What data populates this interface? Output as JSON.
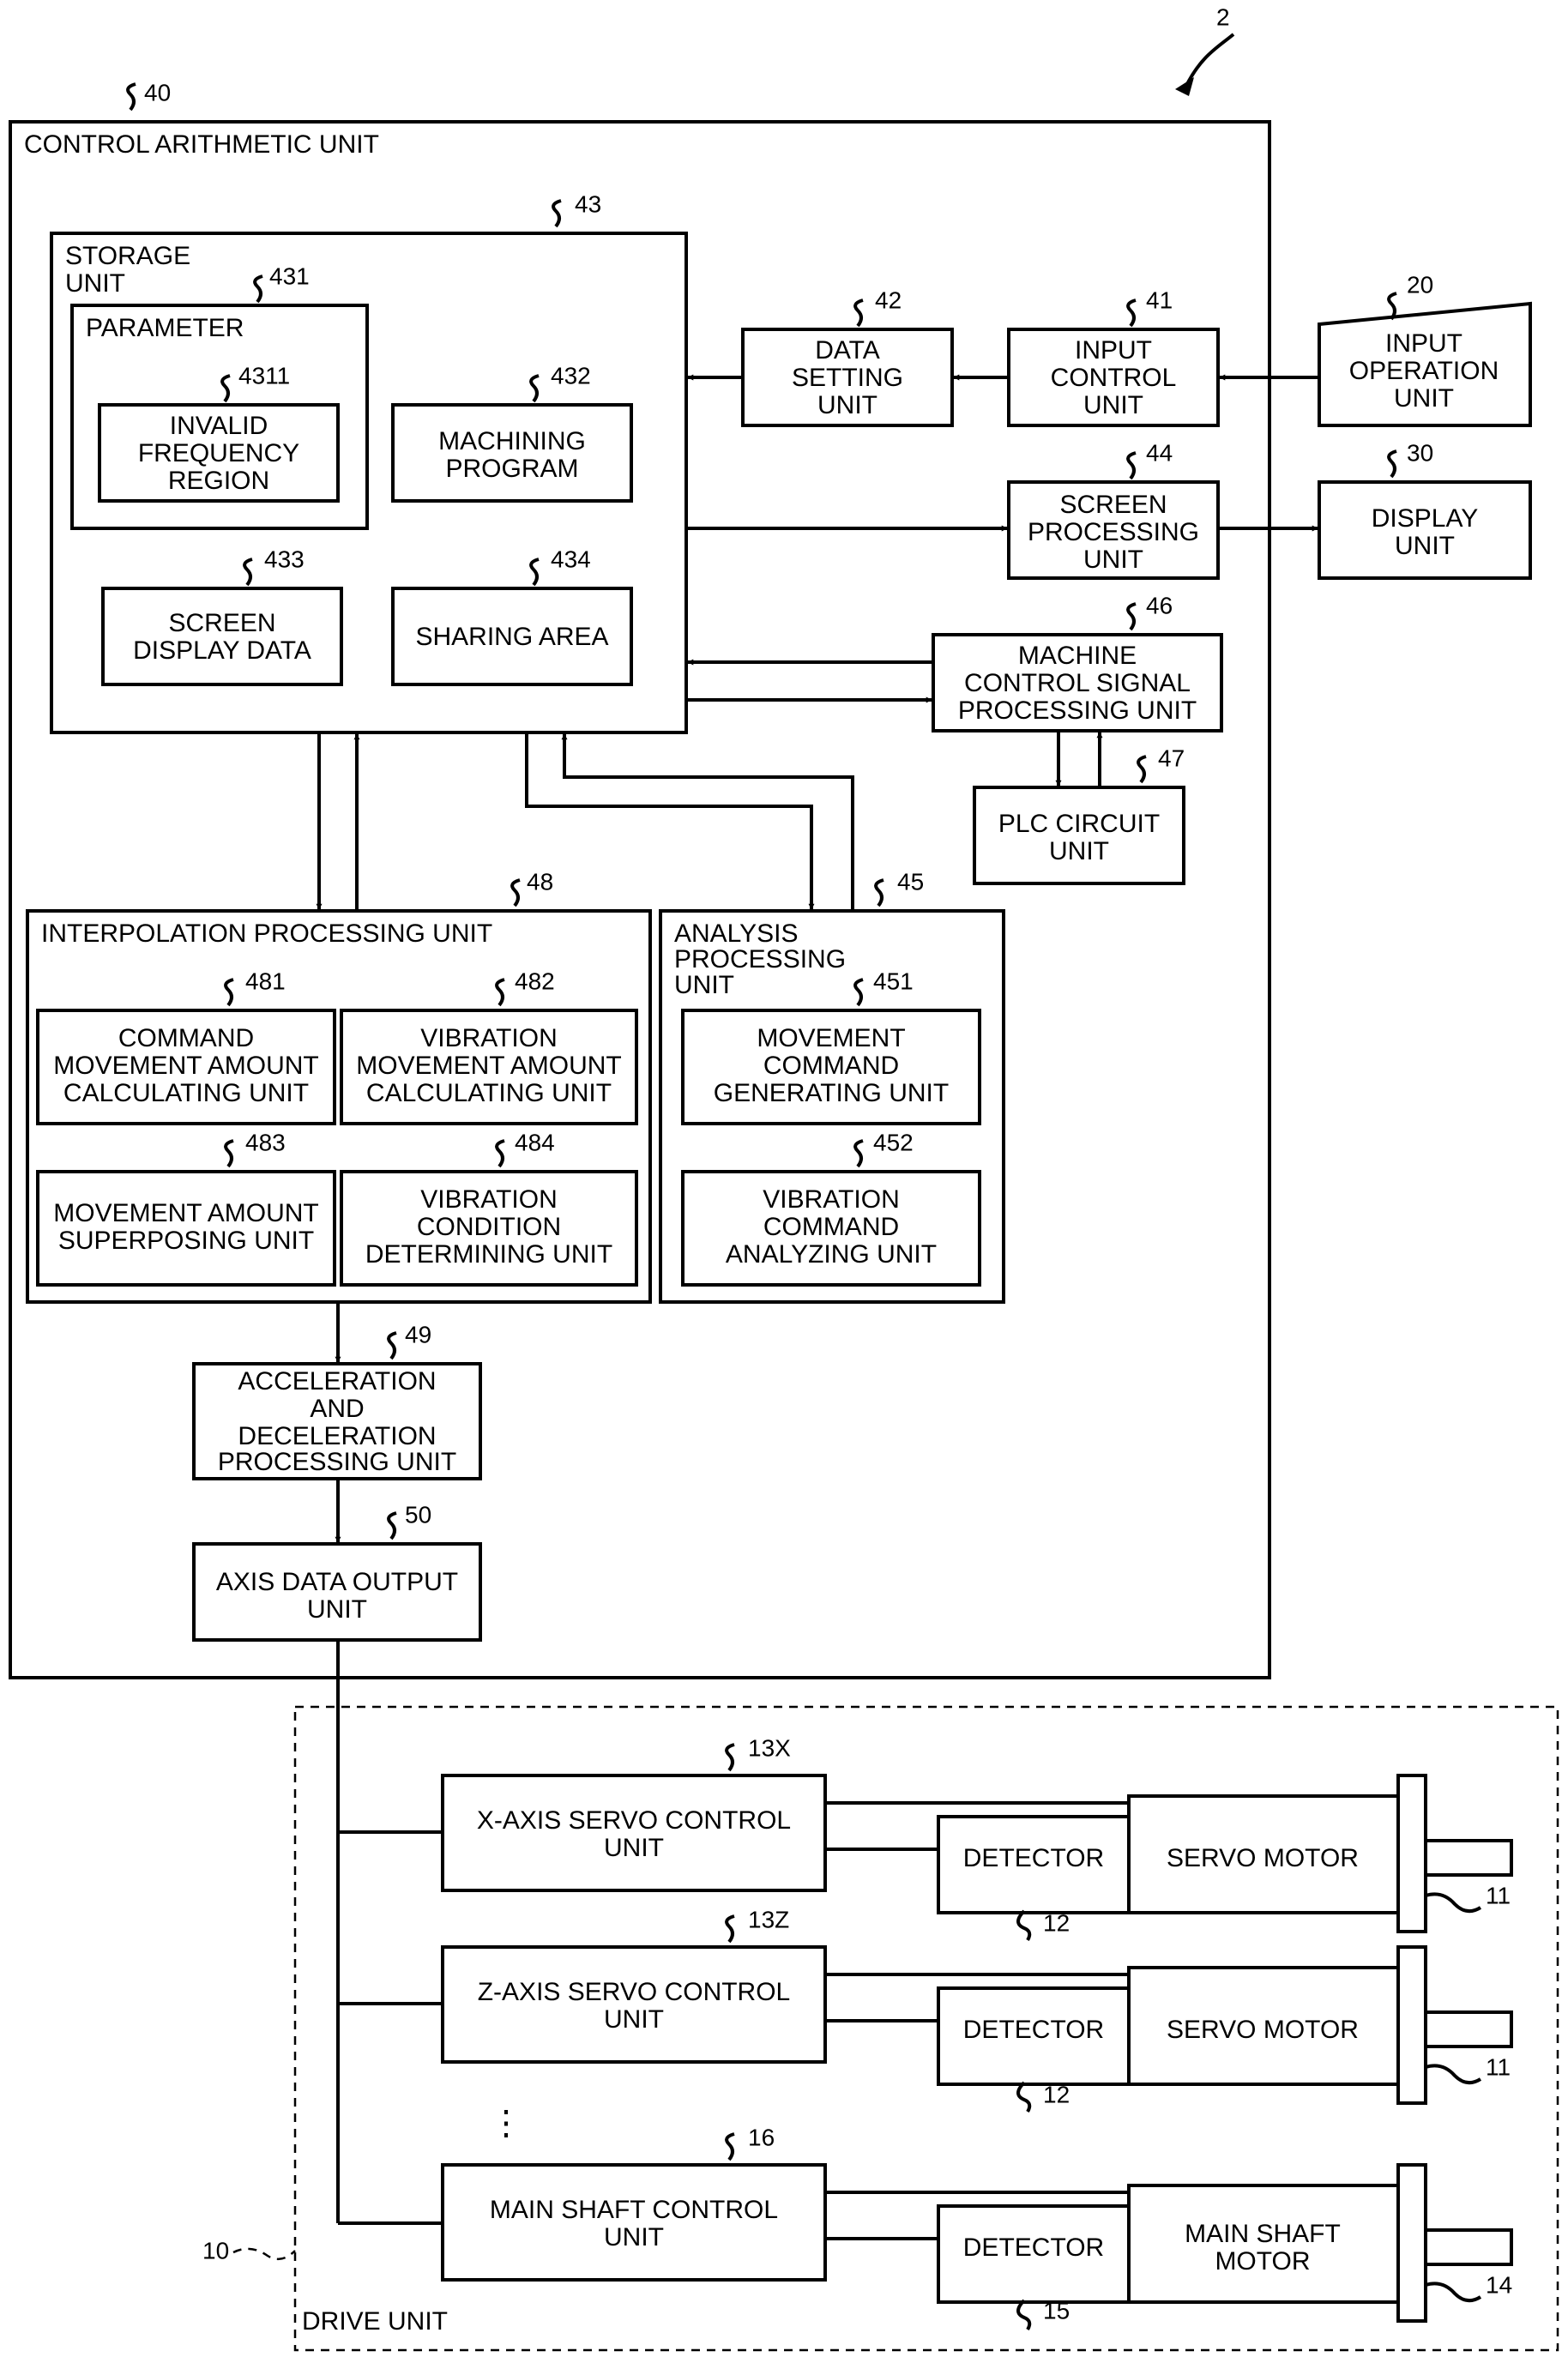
{
  "figure_ref": "2",
  "control_unit": {
    "ref": "40",
    "label": "CONTROL ARITHMETIC UNIT"
  },
  "storage": {
    "ref": "43",
    "label": [
      "STORAGE",
      "UNIT"
    ]
  },
  "parameter": {
    "ref": "431",
    "label": "PARAMETER"
  },
  "invalid_freq": {
    "ref": "4311",
    "label": [
      "INVALID",
      "FREQUENCY",
      "REGION"
    ]
  },
  "machining_program": {
    "ref": "432",
    "label": [
      "MACHINING",
      "PROGRAM"
    ]
  },
  "screen_display_data": {
    "ref": "433",
    "label": [
      "SCREEN",
      "DISPLAY DATA"
    ]
  },
  "sharing_area": {
    "ref": "434",
    "label": [
      "SHARING AREA"
    ]
  },
  "data_setting": {
    "ref": "42",
    "label": [
      "DATA",
      "SETTING",
      "UNIT"
    ]
  },
  "input_control": {
    "ref": "41",
    "label": [
      "INPUT",
      "CONTROL",
      "UNIT"
    ]
  },
  "input_operation": {
    "ref": "20",
    "label": [
      "INPUT",
      "OPERATION",
      "UNIT"
    ]
  },
  "screen_processing": {
    "ref": "44",
    "label": [
      "SCREEN",
      "PROCESSING",
      "UNIT"
    ]
  },
  "display_unit": {
    "ref": "30",
    "label": [
      "DISPLAY",
      "UNIT"
    ]
  },
  "machine_control": {
    "ref": "46",
    "label": [
      "MACHINE",
      "CONTROL SIGNAL",
      "PROCESSING UNIT"
    ]
  },
  "plc": {
    "ref": "47",
    "label": [
      "PLC CIRCUIT",
      "UNIT"
    ]
  },
  "interpolation": {
    "ref": "48",
    "label": "INTERPOLATION PROCESSING UNIT"
  },
  "cmd_movement": {
    "ref": "481",
    "label": [
      "COMMAND",
      "MOVEMENT AMOUNT",
      "CALCULATING UNIT"
    ]
  },
  "vib_movement": {
    "ref": "482",
    "label": [
      "VIBRATION",
      "MOVEMENT AMOUNT",
      "CALCULATING UNIT"
    ]
  },
  "movement_superposing": {
    "ref": "483",
    "label": [
      "MOVEMENT AMOUNT",
      "SUPERPOSING UNIT"
    ]
  },
  "vib_condition": {
    "ref": "484",
    "label": [
      "VIBRATION",
      "CONDITION",
      "DETERMINING UNIT"
    ]
  },
  "analysis": {
    "ref": "45",
    "label": [
      "ANALYSIS",
      "PROCESSING",
      "UNIT"
    ]
  },
  "movement_cmd_gen": {
    "ref": "451",
    "label": [
      "MOVEMENT",
      "COMMAND",
      "GENERATING UNIT"
    ]
  },
  "vib_cmd_analyzing": {
    "ref": "452",
    "label": [
      "VIBRATION",
      "COMMAND",
      "ANALYZING UNIT"
    ]
  },
  "accel_decel": {
    "ref": "49",
    "label": [
      "ACCELERATION",
      "AND",
      "DECELERATION",
      "PROCESSING UNIT"
    ]
  },
  "axis_output": {
    "ref": "50",
    "label": [
      "AXIS DATA OUTPUT",
      "UNIT"
    ]
  },
  "drive_unit": {
    "ref": "10",
    "label": "DRIVE UNIT"
  },
  "x_servo": {
    "ref": "13X",
    "label": [
      "X-AXIS SERVO CONTROL",
      "UNIT"
    ]
  },
  "z_servo": {
    "ref": "13Z",
    "label": [
      "Z-AXIS SERVO CONTROL",
      "UNIT"
    ]
  },
  "main_shaft_ctrl": {
    "ref": "16",
    "label": [
      "MAIN SHAFT CONTROL",
      "UNIT"
    ]
  },
  "detector_x": {
    "ref": "12",
    "label": [
      "DETECTOR"
    ]
  },
  "detector_z": {
    "ref": "12",
    "label": [
      "DETECTOR"
    ]
  },
  "detector_main": {
    "ref": "15",
    "label": [
      "DETECTOR"
    ]
  },
  "servo_motor_x": {
    "ref": "11",
    "label": [
      "SERVO MOTOR"
    ]
  },
  "servo_motor_z": {
    "ref": "11",
    "label": [
      "SERVO MOTOR"
    ]
  },
  "main_shaft_motor": {
    "ref": "14",
    "label": [
      "MAIN SHAFT",
      "MOTOR"
    ]
  },
  "ellipsis": "⋮"
}
